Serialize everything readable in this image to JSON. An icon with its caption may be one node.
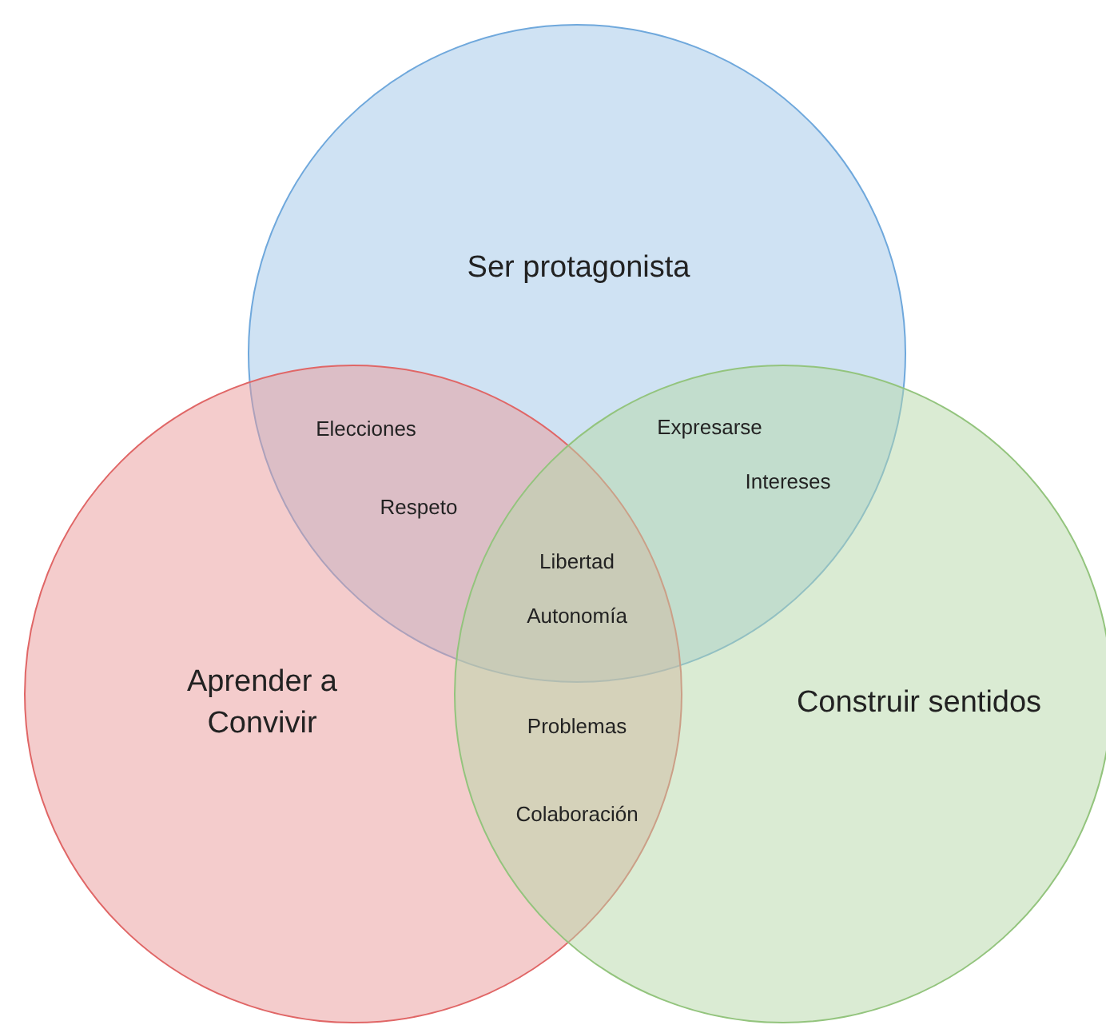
{
  "diagram": {
    "nodes": [
      {
        "text": [
          "Ser protagonista"
        ]
      },
      {
        "text": [
          "Aprender a Convivir"
        ]
      },
      {
        "text": [
          "Construir sentidos"
        ]
      }
    ],
    "labels": [
      "Elecciones",
      "Respeto",
      "Expresarse",
      "Intereses",
      "Libertad",
      "Autonomía",
      "Problemas",
      "Colaboración"
    ]
  }
}
